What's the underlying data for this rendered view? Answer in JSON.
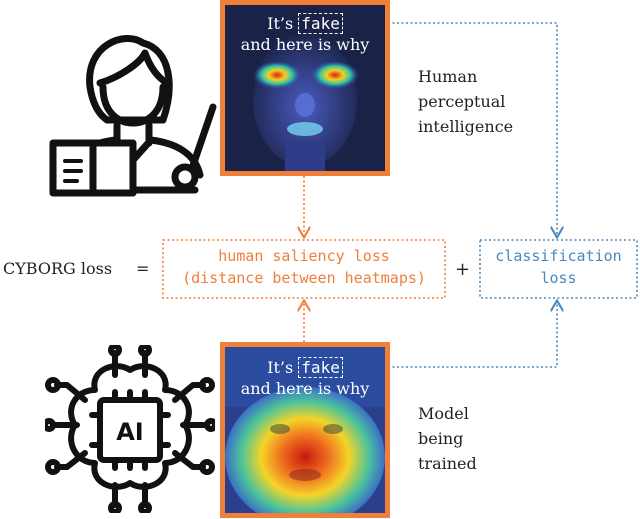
{
  "human_face_caption": {
    "line1_prefix": "It’s ",
    "fake_word": "fake",
    "line2": "and here is why"
  },
  "model_face_caption": {
    "line1_prefix": "It’s ",
    "fake_word": "fake",
    "line2": "and here is why"
  },
  "human_label": [
    "Human",
    "perceptual",
    "intelligence"
  ],
  "model_label": [
    "Model",
    "being",
    "trained"
  ],
  "equation": {
    "lhs": "CYBORG loss",
    "equals": "=",
    "plus": "+",
    "human_loss": [
      "human saliency loss",
      "(distance between heatmaps)"
    ],
    "class_loss": [
      "classification",
      "loss"
    ]
  },
  "ai_chip_text": "AI",
  "colors": {
    "orange": "#f07f3a",
    "blue": "#4a89bf"
  }
}
